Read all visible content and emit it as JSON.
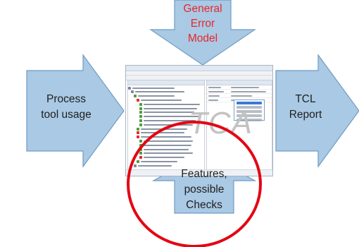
{
  "arrows": {
    "top": {
      "lines": [
        "General",
        "Error",
        "Model"
      ],
      "color": "#e8262a"
    },
    "left": {
      "lines": [
        "Process",
        "tool usage"
      ]
    },
    "right": {
      "lines": [
        "TCL",
        "Report"
      ]
    },
    "bottom": {
      "lines": [
        "Features,",
        "possible",
        "Checks"
      ]
    }
  },
  "center": {
    "watermark": "TCA"
  },
  "colors": {
    "arrow_fill": "#a9c9e4",
    "arrow_stroke": "#6f9cc4",
    "highlight_circle": "#e30613",
    "label_text": "#1f1f1f",
    "label_accent": "#e8262a"
  }
}
